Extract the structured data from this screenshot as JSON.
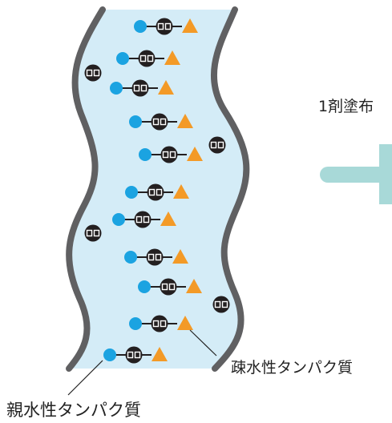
{
  "labels": {
    "step": "1剤塗布",
    "hydrophobic_protein": "疎水性タンパク質",
    "hydrophilic_protein": "親水性タンパク質"
  },
  "colors": {
    "hair_fill": "#d4ecf7",
    "hair_edge": "#606062",
    "hydrophilic_head": "#1ba3e1",
    "hydrophobic_tail": "#f39a27",
    "core": "#231f20",
    "arrow": "#a8d9d8"
  },
  "icons": {
    "hydrophilic_group": "blue-circle-icon",
    "protein_core": "black-disc-icon",
    "hydrophobic_group": "orange-triangle-icon",
    "process_arrow": "right-arrow-icon"
  }
}
